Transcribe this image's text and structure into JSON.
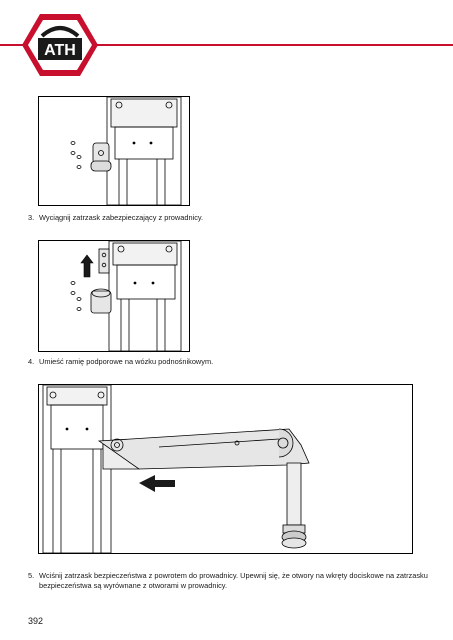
{
  "header": {
    "brand_color": "#c8102e",
    "logo_text": "ATH"
  },
  "steps": [
    {
      "number": "3.",
      "text": "Wyciągnij zatrzask zabezpieczający z prowadnicy."
    },
    {
      "number": "4.",
      "text": "Umieść ramię podporowe na wózku podnośnikowym."
    },
    {
      "number": "5.",
      "text": "Wciśnij zatrzask bezpieczeństwa z powrotem do prowadnicy. Upewnij się, że otwory na wkręty dociskowe na zatrzasku bezpieczeństwa są wyrównane z otworami w prowadnicy."
    }
  ],
  "page_number": "392"
}
